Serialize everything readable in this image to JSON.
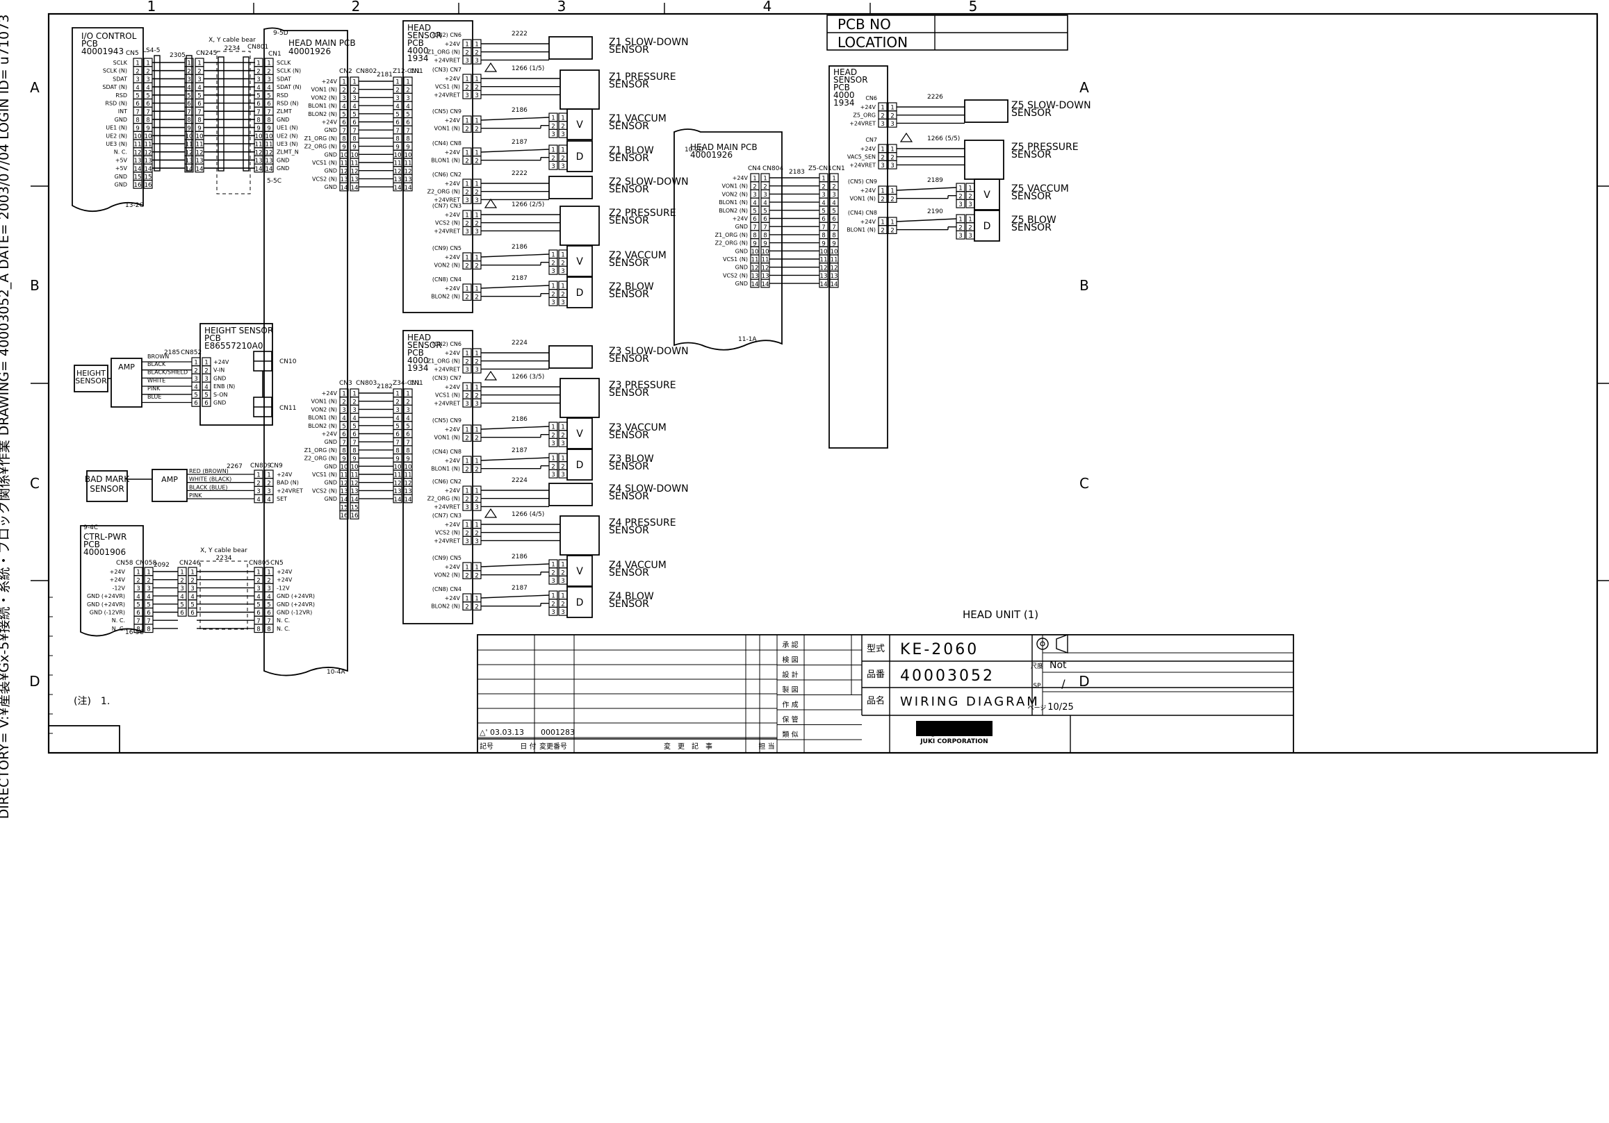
{
  "frame": {
    "columns": [
      "1",
      "2",
      "3",
      "4",
      "5"
    ],
    "rows": [
      "A",
      "B",
      "C",
      "D"
    ],
    "margin_text": "DIRECTORY= V:¥産装¥Gx-5¥接続・系統・ブロック関係¥作業 DRAWING= 40003052_A DATE= 2003/07/04 LOGIN ID= u71073"
  },
  "pcb_box": {
    "pcb_no_label": "PCB NO",
    "location_label": "LOCATION"
  },
  "io_control": {
    "title": [
      "I/O CONTROL",
      "PCB",
      "40001943"
    ],
    "tag": "13-2C",
    "ls_label": "LS4-5",
    "cn5": "CN5",
    "cable": "2305",
    "cn245": "CN245",
    "pins": [
      "SCLK",
      "SCLK (N)",
      "SDAT",
      "SDAT (N)",
      "RSD",
      "RSD (N)",
      "INT",
      "GND",
      "UE1 (N)",
      "UE2 (N)",
      "UE3 (N)",
      "N. C.",
      "+5V",
      "+5V",
      "GND",
      "GND"
    ],
    "nums": [
      "1",
      "2",
      "3",
      "4",
      "5",
      "6",
      "7",
      "8",
      "9",
      "10",
      "11",
      "12",
      "13",
      "14",
      "15",
      "16"
    ]
  },
  "head_main_pcb": {
    "title": [
      "HEAD MAIN PCB",
      "40001926"
    ],
    "tag_top": "9-5D",
    "tag_mid": "5-5C",
    "tag_bottom": "10-4A",
    "xy_cable_1": "X, Y cable bear",
    "xy_cable_1_num": "2234",
    "cn801": "CN801",
    "cn1": "CN1",
    "cn1_pins": [
      "SCLK",
      "SCLK (N)",
      "SDAT",
      "SDAT (N)",
      "RSD",
      "RSD (N)",
      "ZLMT",
      "GND",
      "UE1 (N)",
      "UE2 (N)",
      "UE3 (N)",
      "ZLMT_N",
      "GND",
      "GND"
    ],
    "cn10": "CN10",
    "cn11": "CN11",
    "cn9": "CN9",
    "cn809": "CN809",
    "cn9_pins": [
      "+24V",
      "BAD (N)",
      "+24VRET",
      "SET"
    ],
    "cn5": "CN5",
    "cn805": "CN805",
    "cn5_pins": [
      "+24V",
      "+24V",
      "-12V",
      "GND (+24VR)",
      "GND (+24VR)",
      "GND (-12VR)",
      "N. C.",
      "N. C."
    ],
    "xy_cable_2": "X, Y cable bear",
    "xy_cable_2_num": "2234"
  },
  "head_conn_upper": {
    "cn2": "CN2",
    "cn802": "CN802",
    "cable": "2181",
    "z12": "Z12-CN1",
    "cn1": "CN1",
    "pins": [
      "+24V",
      "VON1 (N)",
      "VON2 (N)",
      "BLON1 (N)",
      "BLON2 (N)",
      "+24V",
      "GND",
      "Z1_ORG (N)",
      "Z2_ORG (N)",
      "GND",
      "VCS1 (N)",
      "GND",
      "VCS2 (N)",
      "GND"
    ]
  },
  "head_conn_lower": {
    "cn3": "CN3",
    "cn803": "CN803",
    "cable": "2182",
    "z34": "Z34-CN1",
    "cn1": "CN1",
    "pins": [
      "+24V",
      "VON1 (N)",
      "VON2 (N)",
      "BLON1 (N)",
      "BLON2 (N)",
      "+24V",
      "GND",
      "Z1_ORG (N)",
      "Z2_ORG (N)",
      "GND",
      "VCS1 (N)",
      "GND",
      "VCS2 (N)",
      "GND"
    ]
  },
  "head_sensor_pcb": {
    "title": [
      "HEAD",
      "SENSOR",
      "PCB",
      "4000",
      "1934"
    ]
  },
  "sensor_groups": [
    {
      "rows": [
        {
          "cn": "(CN2) CN6",
          "cable": "2222",
          "pins": [
            "+24V",
            "Z1_ORG (N)",
            "+24VRET"
          ],
          "label": "Z1 SLOW-DOWN SENSOR",
          "kind": "box3"
        },
        {
          "cn": "(CN3) CN7",
          "cable": "1266 (1/5)",
          "pins": [
            "+24V",
            "VCS1 (N)",
            "+24VRET"
          ],
          "label": "Z1 PRESSURE SENSOR",
          "kind": "big3"
        },
        {
          "cn": "(CN5) CN9",
          "cable": "2186",
          "pins": [
            "+24V",
            "VON1 (N)"
          ],
          "label": "Z1 VACCUM SENSOR",
          "kind": "V"
        },
        {
          "cn": "(CN4) CN8",
          "cable": "2187",
          "pins": [
            "+24V",
            "BLON1 (N)"
          ],
          "label": "Z1 BLOW SENSOR",
          "kind": "D"
        }
      ]
    },
    {
      "rows": [
        {
          "cn": "(CN6) CN2",
          "cable": "2222",
          "pins": [
            "+24V",
            "Z2_ORG (N)",
            "+24VRET"
          ],
          "label": "Z2 SLOW-DOWN SENSOR",
          "kind": "box3"
        },
        {
          "cn": "(CN7) CN3",
          "cable": "1266 (2/5)",
          "pins": [
            "+24V",
            "VCS2 (N)",
            "+24VRET"
          ],
          "label": "Z2 PRESSURE SENSOR",
          "kind": "big3"
        },
        {
          "cn": "(CN9) CN5",
          "cable": "2186",
          "pins": [
            "+24V",
            "VON2 (N)"
          ],
          "label": "Z2 VACCUM SENSOR",
          "kind": "V"
        },
        {
          "cn": "(CN8) CN4",
          "cable": "2187",
          "pins": [
            "+24V",
            "BLON2 (N)"
          ],
          "label": "Z2 BLOW SENSOR",
          "kind": "D"
        }
      ]
    },
    {
      "rows": [
        {
          "cn": "(CN2) CN6",
          "cable": "2224",
          "pins": [
            "+24V",
            "Z1_ORG (N)",
            "+24VRET"
          ],
          "label": "Z3 SLOW-DOWN SENSOR",
          "kind": "box3"
        },
        {
          "cn": "(CN3) CN7",
          "cable": "1266 (3/5)",
          "pins": [
            "+24V",
            "VCS1 (N)",
            "+24VRET"
          ],
          "label": "Z3 PRESSURE SENSOR",
          "kind": "big3"
        },
        {
          "cn": "(CN5) CN9",
          "cable": "2186",
          "pins": [
            "+24V",
            "VON1 (N)"
          ],
          "label": "Z3 VACCUM SENSOR",
          "kind": "V"
        },
        {
          "cn": "(CN4) CN8",
          "cable": "2187",
          "pins": [
            "+24V",
            "BLON1 (N)"
          ],
          "label": "Z3 BLOW SENSOR",
          "kind": "D"
        }
      ]
    },
    {
      "rows": [
        {
          "cn": "(CN6) CN2",
          "cable": "2224",
          "pins": [
            "+24V",
            "Z2_ORG (N)",
            "+24VRET"
          ],
          "label": "Z4 SLOW-DOWN SENSOR",
          "kind": "box3"
        },
        {
          "cn": "(CN7) CN3",
          "cable": "1266 (4/5)",
          "pins": [
            "+24V",
            "VCS2 (N)",
            "+24VRET"
          ],
          "label": "Z4 PRESSURE SENSOR",
          "kind": "big3"
        },
        {
          "cn": "(CN9) CN5",
          "cable": "2186",
          "pins": [
            "+24V",
            "VON2 (N)"
          ],
          "label": "Z4 VACCUM SENSOR",
          "kind": "V"
        },
        {
          "cn": "(CN8) CN4",
          "cable": "2187",
          "pins": [
            "+24V",
            "BLON2 (N)"
          ],
          "label": "Z4 BLOW SENSOR",
          "kind": "D"
        }
      ]
    }
  ],
  "height_sensor": {
    "sensor": [
      "HEIGHT",
      "SENSOR"
    ],
    "amp": "AMP",
    "pcb": [
      "HEIGHT SENSOR",
      "PCB",
      "E86557210A0"
    ],
    "cable": "2185",
    "cn": "CN852",
    "wires": [
      "BROWN",
      "BLACK",
      "BLACK/SHIELD",
      "WHITE",
      "PINK",
      "BLUE"
    ],
    "pins": [
      "+24V",
      "V-IN",
      "GND",
      "ENB (N)",
      "S-ON",
      "GND"
    ]
  },
  "bad_mark": {
    "sensor": [
      "BAD MARK",
      "SENSOR"
    ],
    "amp": "AMP",
    "cable": "2267",
    "wires": [
      "RED (BROWN)",
      "WHITE (BLACK)",
      "BLACK (BLUE)",
      "PINK"
    ]
  },
  "ctrl_pwr": {
    "tag_top": "9-4C",
    "title": [
      "CTRL-PWR",
      "PCB",
      "40001906"
    ],
    "tag_bottom": "16-5C",
    "cn58": "CN58",
    "cn058": "CN058",
    "cable": "2092",
    "cn246": "CN246",
    "pins": [
      "+24V",
      "+24V",
      "-12V",
      "GND (+24VR)",
      "GND (+24VR)",
      "GND (-12VR)",
      "N. C.",
      "N. C."
    ]
  },
  "right_head_main": {
    "tag_top": "10-2D",
    "title": [
      "HEAD MAIN PCB",
      "40001926"
    ],
    "tag_bottom": "11-1A",
    "cn4": "CN4",
    "cn804": "CN804",
    "cable": "2183",
    "z5": "Z5-CN1",
    "cn1": "CN1",
    "pins": [
      "+24V",
      "VON1 (N)",
      "VON2 (N)",
      "BLON1 (N)",
      "BLON2 (N)",
      "+24V",
      "GND",
      "Z1_ORG (N)",
      "Z2_ORG (N)",
      "GND",
      "VCS1 (N)",
      "GND",
      "VCS2 (N)",
      "GND"
    ]
  },
  "z5_group": {
    "rows": [
      {
        "cn": "CN6",
        "cable": "2226",
        "pins": [
          "+24V",
          "Z5_ORG",
          "+24VRET"
        ],
        "label": "Z5 SLOW-DOWN SENSOR",
        "kind": "box3"
      },
      {
        "cn": "CN7",
        "cable": "1266 (5/5)",
        "pins": [
          "+24V",
          "VAC5_SEN",
          "+24VRET"
        ],
        "label": "Z5 PRESSURE SENSOR",
        "kind": "big3"
      },
      {
        "cn": "(CN5) CN9",
        "cable": "2189",
        "pins": [
          "+24V",
          "VON1 (N)"
        ],
        "label": "Z5 VACCUM SENSOR",
        "kind": "V"
      },
      {
        "cn": "(CN4) CN8",
        "cable": "2190",
        "pins": [
          "+24V",
          "BLON1 (N)"
        ],
        "label": "Z5 BLOW SENSOR",
        "kind": "D"
      }
    ]
  },
  "head_unit_label": "HEAD UNIT (1)",
  "note": "(注)　1.",
  "title_block": {
    "revision_mark": "△' 03.03.13",
    "revision_no": "0001283",
    "rev_headers": [
      "記号",
      "日 付",
      "変更番号",
      "変　更　記　事",
      "担 当"
    ],
    "signoffs": [
      "承 認",
      "検 図",
      "設 計",
      "製 図",
      "作 成",
      "保 管",
      "類 似"
    ],
    "model_label": "型式",
    "model": "KE-2060",
    "part_label": "品番",
    "part": "40003052",
    "name_label": "品名",
    "name": "WIRING DIAGRAM",
    "scale_label": "尺度",
    "scale": "Not",
    "sp_label": "SP",
    "sp_value": "/",
    "page_label": "ページ",
    "page": "10/25",
    "company": "JUKI",
    "company_full": "JUKI CORPORATION"
  }
}
